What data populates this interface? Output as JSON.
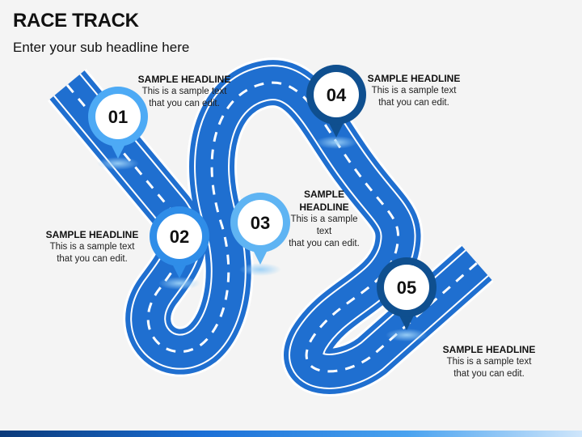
{
  "slide": {
    "title": "RACE TRACK",
    "subtitle": "Enter your sub headline here"
  },
  "markers": [
    {
      "number": "01",
      "color": "#4daaf5",
      "ring": "#2f8de8"
    },
    {
      "number": "02",
      "color": "#2f8de8",
      "ring": "#1f6fcf"
    },
    {
      "number": "03",
      "color": "#5fb4f3",
      "ring": "#3f97e6"
    },
    {
      "number": "04",
      "color": "#0f4f8f",
      "ring": "#0a3f76"
    },
    {
      "number": "05",
      "color": "#0f4f8f",
      "ring": "#0a3f76"
    }
  ],
  "items": [
    {
      "headline": "SAMPLE HEADLINE",
      "text1": "This is a sample text",
      "text2": "that you can edit."
    },
    {
      "headline": "SAMPLE HEADLINE",
      "text1": "This is a sample text",
      "text2": "that you can edit."
    },
    {
      "headline": "SAMPLE HEADLINE",
      "text1": "This is a sample text",
      "text2": "that you can edit."
    },
    {
      "headline": "SAMPLE HEADLINE",
      "text1": "This is a sample text",
      "text2": "that you can edit."
    },
    {
      "headline": "SAMPLE HEADLINE",
      "text1": "This is a sample text",
      "text2": "that you can edit."
    }
  ],
  "colors": {
    "road": "#1f6fd0",
    "road_dark": "#1559ad",
    "edge": "#ffffff",
    "dash": "#ffffff"
  }
}
